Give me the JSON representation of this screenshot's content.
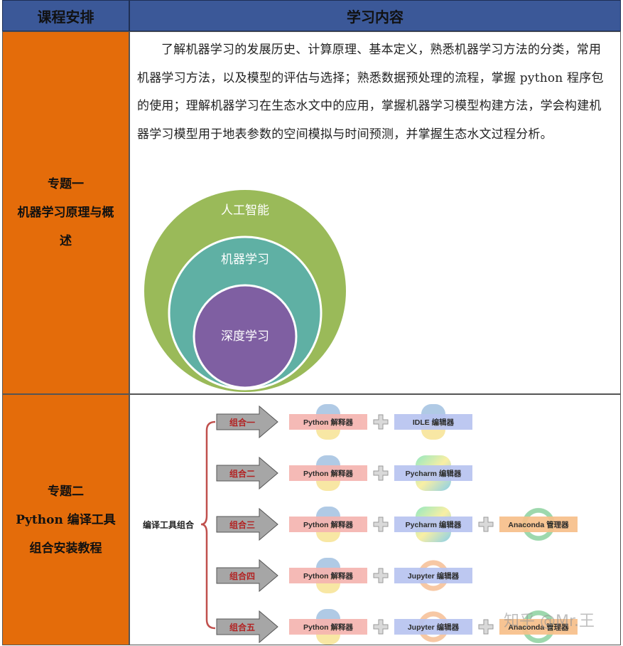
{
  "header": {
    "col1": "课程安排",
    "col2": "学习内容"
  },
  "topic1": {
    "line1": "专题一",
    "line2": "机器学习原理与概",
    "line3": "述",
    "paragraph": "了解机器学习的发展历史、计算原理、基本定义，熟悉机器学习方法的分类，常用机器学习方法，以及模型的评估与选择；熟悉数据预处理的流程，掌握 python 程序包的使用；理解机器学习在生态水文中的应用，掌握机器学习模型构建方法，学会构建机器学习模型用于地表参数的空间模拟与时间预测，并掌握生态水文过程分析。",
    "diagram": {
      "outer": "人工智能",
      "middle": "机器学习",
      "inner": "深度学习",
      "colors": {
        "outer": "#9aba59",
        "middle": "#5fb0a4",
        "inner": "#7f5fa2"
      }
    }
  },
  "topic2": {
    "line1": "专题二",
    "line2": "Python 编译工具",
    "line3": "组合安装教程",
    "diagram": {
      "root_label": "编译工具组合",
      "combos": [
        {
          "label": "组合一",
          "items": [
            "Python 解释器",
            "IDLE 编辑器"
          ]
        },
        {
          "label": "组合二",
          "items": [
            "Python 解释器",
            "Pycharm 编辑器"
          ]
        },
        {
          "label": "组合三",
          "items": [
            "Python 解释器",
            "Pycharm 编辑器",
            "Anaconda 管理器"
          ]
        },
        {
          "label": "组合四",
          "items": [
            "Python 解释器",
            "Jupyter 编辑器"
          ]
        },
        {
          "label": "组合五",
          "items": [
            "Python 解释器",
            "Jupyter 编辑器",
            "Anaconda 管理器"
          ]
        }
      ],
      "colors": {
        "python": "#f5b5b0",
        "editor": "#b8c4f0",
        "anaconda": "#f7c08a",
        "bracket": "#c0504d"
      }
    }
  },
  "watermark": "知乎 @Mr.王"
}
